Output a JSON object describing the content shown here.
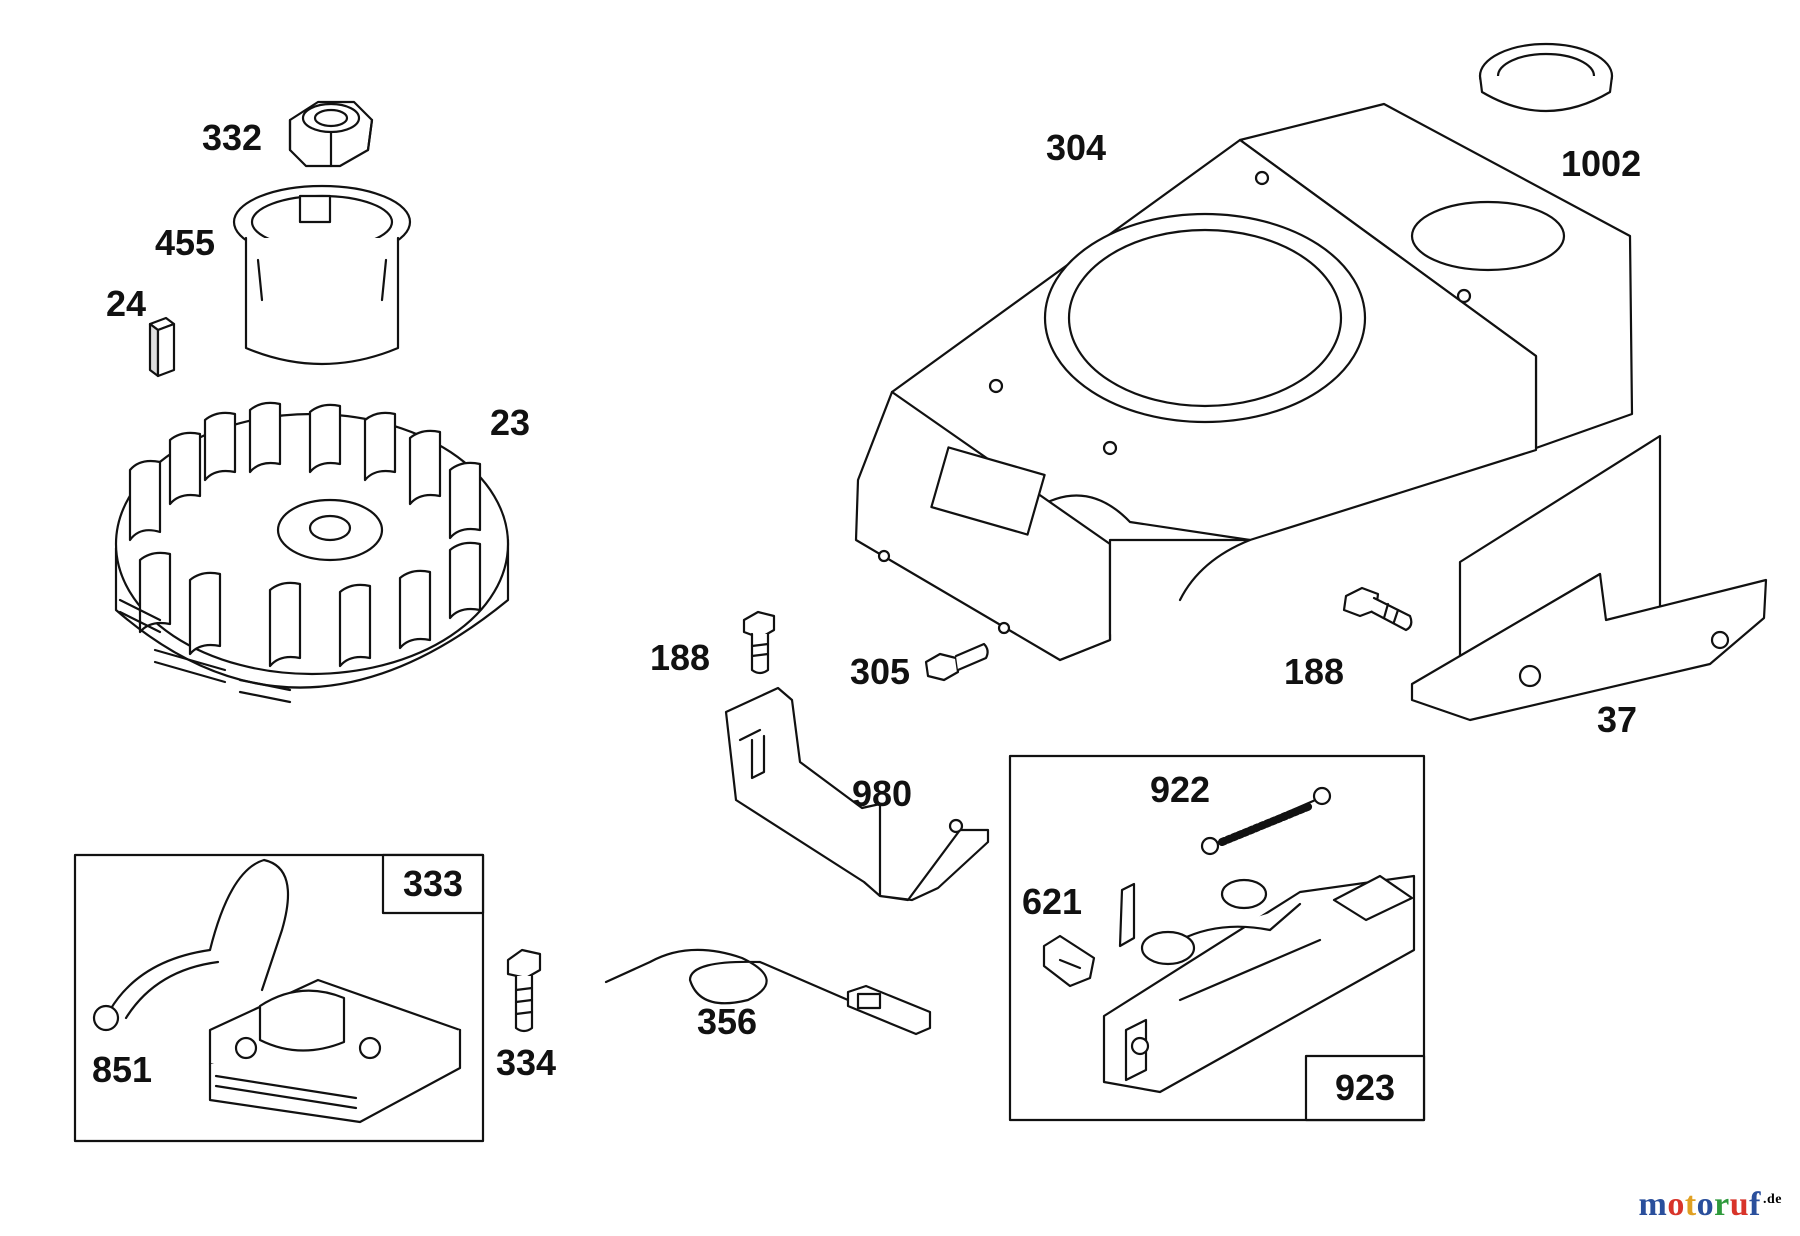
{
  "labels": {
    "p332": "332",
    "p455": "455",
    "p24": "24",
    "p23": "23",
    "p304": "304",
    "p1002": "1002",
    "p188a": "188",
    "p305": "305",
    "p188b": "188",
    "p37": "37",
    "p980": "980",
    "p922": "922",
    "p621": "621",
    "p333": "333",
    "p851": "851",
    "p334": "334",
    "p356": "356",
    "p923": "923"
  },
  "watermark": {
    "parts": [
      "m",
      "o",
      "t",
      "o",
      "r",
      "u",
      "f"
    ],
    "colors": [
      "#2a4f9c",
      "#d8342a",
      "#e0a022",
      "#2a4f9c",
      "#2e9a3c",
      "#d8342a",
      "#2a4f9c"
    ],
    "suffix": ".de"
  }
}
